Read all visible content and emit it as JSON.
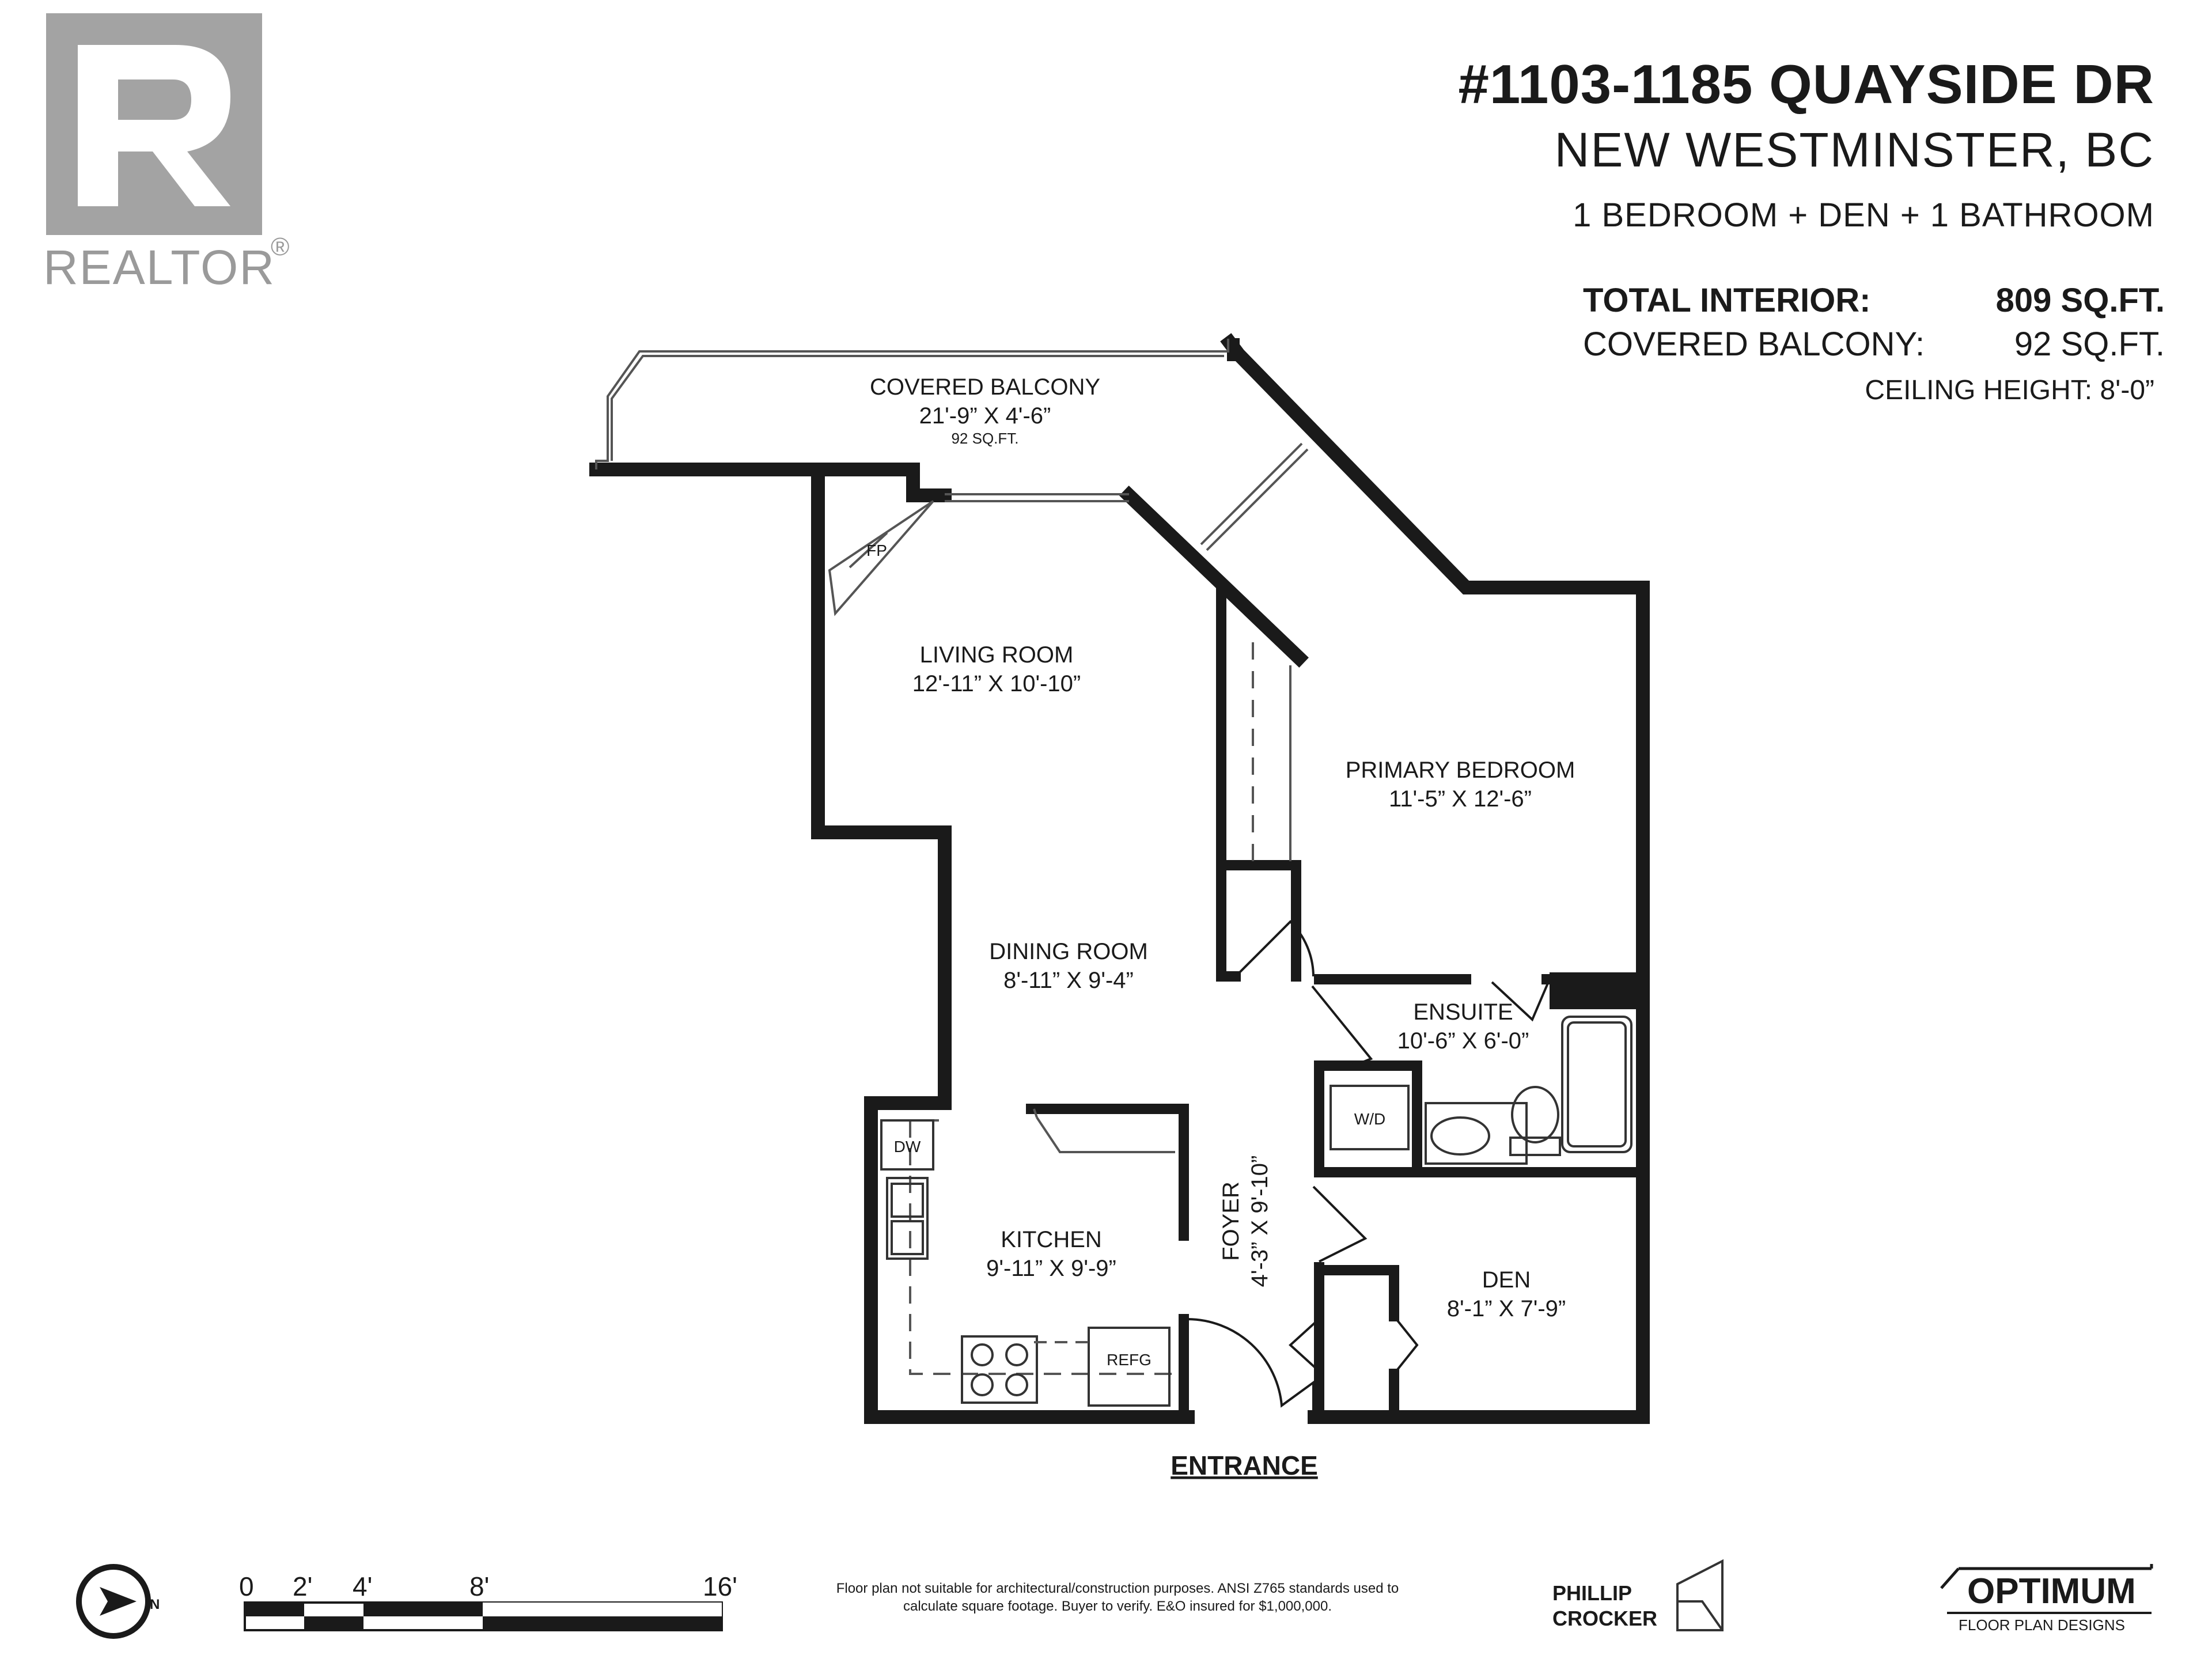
{
  "header": {
    "address": "#1103-1185 QUAYSIDE DR",
    "city": "NEW WESTMINSTER, BC",
    "summary": "1 BEDROOM + DEN + 1 BATHROOM"
  },
  "areas": {
    "interior_label": "TOTAL INTERIOR:",
    "interior_value": "809 SQ.FT.",
    "balcony_label": "COVERED BALCONY:",
    "balcony_value": "92 SQ.FT.",
    "ceiling": "CEILING HEIGHT: 8'-0”"
  },
  "logo": {
    "text": "REALTOR",
    "mark": "®",
    "letter": "R"
  },
  "rooms": {
    "balcony": {
      "name": "COVERED BALCONY",
      "dims": "21'-9” X 4'-6”",
      "area": "92 SQ.FT."
    },
    "living": {
      "name": "LIVING ROOM",
      "dims": "12'-11” X 10'-10”"
    },
    "bedroom": {
      "name": "PRIMARY BEDROOM",
      "dims": "11'-5” X 12'-6”"
    },
    "dining": {
      "name": "DINING ROOM",
      "dims": "8'-11” X 9'-4”"
    },
    "ensuite": {
      "name": "ENSUITE",
      "dims": "10'-6” X 6'-0”"
    },
    "kitchen": {
      "name": "KITCHEN",
      "dims": "9'-11” X 9'-9”"
    },
    "foyer": {
      "name": "FOYER",
      "dims": "4'-3” X 9'-10”"
    },
    "den": {
      "name": "DEN",
      "dims": "8'-1” X 7'-9”"
    }
  },
  "fixtures": {
    "fireplace": "FP",
    "washer_dryer": "W/D",
    "dishwasher": "DW",
    "fridge": "REFG"
  },
  "entrance": "ENTRANCE",
  "compass": "N",
  "scale": [
    "0",
    "2'",
    "4'",
    "8'",
    "16'"
  ],
  "disclaimer": [
    "Floor plan not suitable for architectural/construction purposes. ANSI Z765 standards used to",
    "calculate square footage. Buyer to verify.  E&O insured for $1,000,000."
  ],
  "credits": {
    "designer_first": "PHILLIP",
    "designer_last": "CROCKER",
    "brand": "OPTIMUM",
    "brand_sub": "FLOOR PLAN DESIGNS"
  }
}
